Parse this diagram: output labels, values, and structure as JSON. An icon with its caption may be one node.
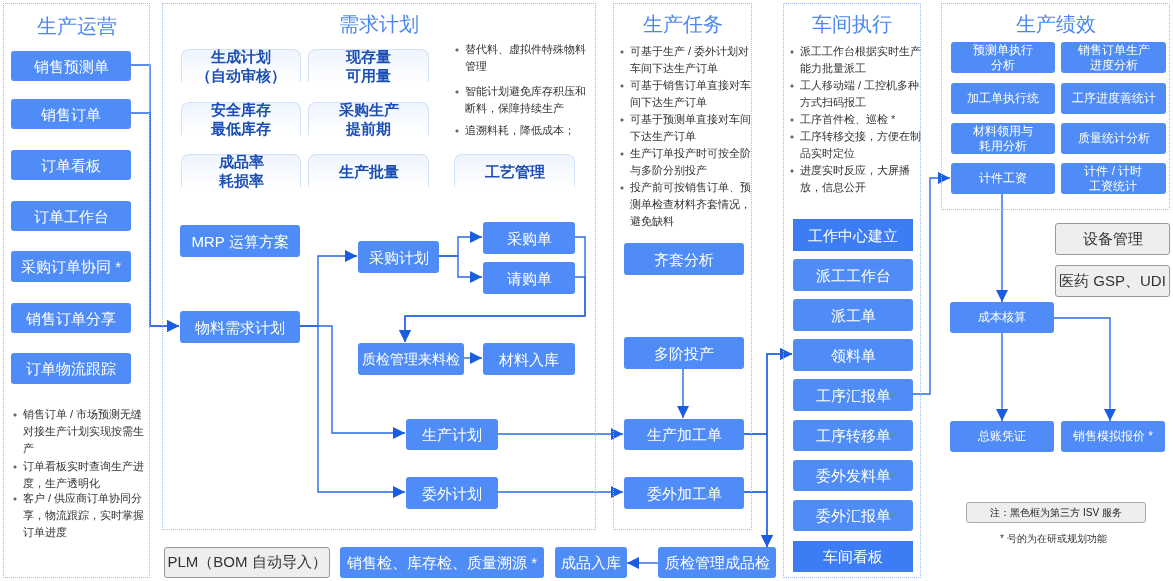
{
  "diagram": {
    "nodes": [
      {
        "text": [
          "生产运营",
          "销售订单 / 市场预测无缝对接生产计划实现按需生产",
          "订单看板实时查询生产进度，生产透明化",
          "客户 / 供应商订单协同分享，物流跟踪，实时掌握订单进度"
        ]
      },
      {
        "text": [
          "销售预测单"
        ],
        "in": 0
      },
      {
        "text": [
          "销售订单"
        ],
        "in": 0
      },
      {
        "text": [
          "订单看板"
        ],
        "in": 0
      },
      {
        "text": [
          "订单工作台"
        ],
        "in": 0
      },
      {
        "text": [
          "采购订单协同 *"
        ],
        "in": 0
      },
      {
        "text": [
          "销售订单分享"
        ],
        "in": 0
      },
      {
        "text": [
          "订单物流跟踪"
        ],
        "in": 0
      },
      {
        "text": [
          "需求计划",
          "替代料、虚拟件特殊物料管理",
          "智能计划避免库存积压和断料，保障持续生产",
          "追溯料耗，降低成本；"
        ]
      },
      {
        "text": [
          "生成计划（自动审核）"
        ],
        "in": 8
      },
      {
        "text": [
          "现存量可用量"
        ],
        "in": 8
      },
      {
        "text": [
          "安全库存最低库存"
        ],
        "in": 8
      },
      {
        "text": [
          "采购生产提前期"
        ],
        "in": 8
      },
      {
        "text": [
          "成品率耗损率"
        ],
        "in": 8
      },
      {
        "text": [
          "生产批量"
        ],
        "in": 8
      },
      {
        "text": [
          "工艺管理"
        ],
        "in": 8
      },
      {
        "text": [
          "MRP 运算方案"
        ],
        "in": 8
      },
      {
        "text": [
          "物料需求计划"
        ],
        "in": 8
      },
      {
        "text": [
          "采购计划"
        ],
        "in": 8
      },
      {
        "text": [
          "采购单"
        ],
        "in": 8
      },
      {
        "text": [
          "请购单"
        ],
        "in": 8
      },
      {
        "text": [
          "质检管理来料检"
        ],
        "in": 8
      },
      {
        "text": [
          "材料入库"
        ],
        "in": 8
      },
      {
        "text": [
          "生产计划"
        ],
        "in": 8
      },
      {
        "text": [
          "委外计划"
        ],
        "in": 8
      },
      {
        "text": [
          "生产任务",
          "可基于生产 / 委外计划对车间下达生产订单",
          "可基于销售订单直接对车间下达生产订单",
          "可基于预测单直接对车间下达生产订单",
          "生产订单投产时可按全阶与多阶分别投产",
          "投产前可按销售订单、预测单检查材料齐套情况，避免缺料"
        ]
      },
      {
        "text": [
          "齐套分析"
        ],
        "in": 25
      },
      {
        "text": [
          "多阶投产"
        ],
        "in": 25
      },
      {
        "text": [
          "生产加工单"
        ],
        "in": 25
      },
      {
        "text": [
          "委外加工单"
        ],
        "in": 25
      },
      {
        "text": [
          "车间执行",
          "派工工作台根据实时生产能力批量派工",
          "工人移动端 / 工控机多种方式扫码报工",
          "工序首件检、巡检 *",
          "工序转移交接，方便在制品实时定位",
          "进度实时反应，大屏播放，信息公开"
        ]
      },
      {
        "text": [
          "工作中心建立"
        ],
        "in": 30
      },
      {
        "text": [
          "派工工作台"
        ],
        "in": 30
      },
      {
        "text": [
          "派工单"
        ],
        "in": 30
      },
      {
        "text": [
          "领料单"
        ],
        "in": 30
      },
      {
        "text": [
          "工序汇报单"
        ],
        "in": 30
      },
      {
        "text": [
          "工序转移单"
        ],
        "in": 30
      },
      {
        "text": [
          "委外发料单"
        ],
        "in": 30
      },
      {
        "text": [
          "委外汇报单"
        ],
        "in": 30
      },
      {
        "text": [
          "车间看板"
        ],
        "in": 30
      },
      {
        "text": [
          "生产绩效"
        ]
      },
      {
        "text": [
          "预测单执行分析"
        ],
        "in": 40
      },
      {
        "text": [
          "销售订单生产进度分析"
        ],
        "in": 40
      },
      {
        "text": [
          "加工单执行统"
        ],
        "in": 40
      },
      {
        "text": [
          "工序进度善统计"
        ],
        "in": 40
      },
      {
        "text": [
          "材料领用与耗用分析"
        ],
        "in": 40
      },
      {
        "text": [
          "质量统计分析"
        ],
        "in": 40
      },
      {
        "text": [
          "计件工资"
        ],
        "in": 40
      },
      {
        "text": [
          "计件 / 计时工资统计"
        ],
        "in": 40
      },
      {
        "text": [
          "设备管理"
        ]
      },
      {
        "text": [
          "医药 GSP、UDI"
        ]
      },
      {
        "text": [
          "成本核算"
        ]
      },
      {
        "text": [
          "总账凭证"
        ]
      },
      {
        "text": [
          "销售模拟报价 *"
        ]
      },
      {
        "text": [
          "PLM（BOM 自动导入）"
        ]
      },
      {
        "text": [
          "销售检、库存检、质量溯源 *"
        ]
      },
      {
        "text": [
          "成品入库"
        ]
      },
      {
        "text": [
          "质检管理成品检"
        ]
      },
      {
        "text": [
          "注：黑色框为第三方 ISV 服务"
        ]
      }
    ],
    "edges": [
      {
        "from": 1,
        "to": 17,
        "arrow": "to"
      },
      {
        "from": 2,
        "to": 17,
        "arrow": "to"
      },
      {
        "from": 17,
        "to": 18,
        "arrow": "to"
      },
      {
        "from": 17,
        "to": 23,
        "arrow": "to"
      },
      {
        "from": 17,
        "to": 24,
        "arrow": "to"
      },
      {
        "from": 18,
        "to": 19,
        "arrow": "to"
      },
      {
        "from": 18,
        "to": 20,
        "arrow": "to"
      },
      {
        "from": 19,
        "to": 21,
        "arrow": "to"
      },
      {
        "from": 20,
        "to": 21,
        "arrow": "to"
      },
      {
        "from": 21,
        "to": 22,
        "arrow": "to"
      },
      {
        "from": 23,
        "to": 28,
        "arrow": "to"
      },
      {
        "from": 24,
        "to": 29,
        "arrow": "to"
      },
      {
        "from": 27,
        "to": 28,
        "arrow": "to"
      },
      {
        "from": 28,
        "to": 34,
        "arrow": "to"
      },
      {
        "from": 29,
        "to": 34,
        "arrow": "to"
      },
      {
        "from": 28,
        "to": 57,
        "arrow": "to"
      },
      {
        "from": 29,
        "to": 57,
        "arrow": "to"
      },
      {
        "from": 57,
        "to": 56,
        "arrow": "to"
      },
      {
        "from": 35,
        "to": 47,
        "arrow": "to"
      },
      {
        "from": 47,
        "to": 51,
        "arrow": "to"
      },
      {
        "from": 51,
        "to": 52,
        "arrow": "to"
      },
      {
        "from": 51,
        "to": 53,
        "arrow": "to"
      }
    ],
    "labels": [
      "* 号的为在研或规划功能"
    ]
  }
}
